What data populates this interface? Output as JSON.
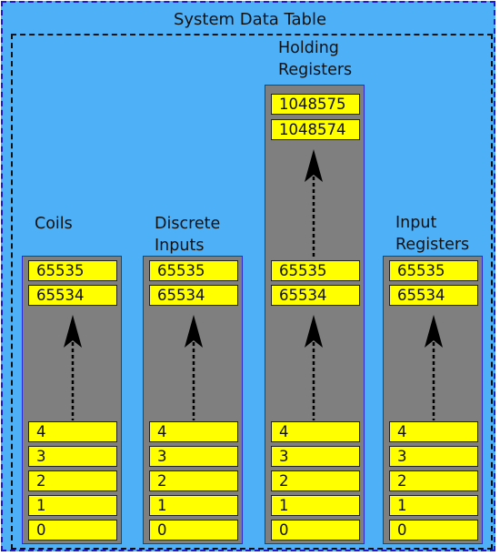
{
  "title": "System Data Table",
  "tables": [
    {
      "name": "Coils",
      "label": "Coils",
      "top_cells": [
        "65535",
        "65534"
      ],
      "bottom_cells": [
        "4",
        "3",
        "2",
        "1",
        "0"
      ]
    },
    {
      "name": "Discrete Inputs",
      "label": "Discrete\nInputs",
      "top_cells": [
        "65535",
        "65534"
      ],
      "bottom_cells": [
        "4",
        "3",
        "2",
        "1",
        "0"
      ]
    },
    {
      "name": "Holding Registers",
      "label": "Holding\nRegisters",
      "top_cells": [
        "1048575",
        "1048574"
      ],
      "mid_cells": [
        "65535",
        "65534"
      ],
      "bottom_cells": [
        "4",
        "3",
        "2",
        "1",
        "0"
      ]
    },
    {
      "name": "Input Registers",
      "label": "Input\nRegisters",
      "top_cells": [
        "65535",
        "65534"
      ],
      "bottom_cells": [
        "4",
        "3",
        "2",
        "1",
        "0"
      ]
    }
  ],
  "colors": {
    "background": "#4eb0f6",
    "column": "#7f7f7f",
    "cell": "#ffff00",
    "border": "#1a1ad6"
  }
}
